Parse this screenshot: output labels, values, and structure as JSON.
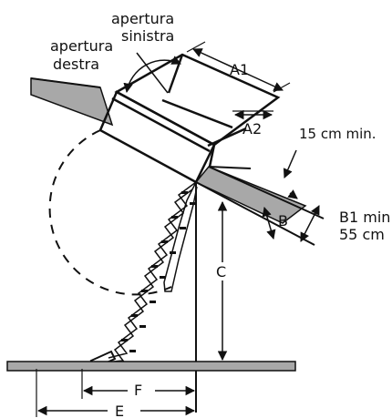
{
  "labels": {
    "apertura_sinistra_1": "apertura",
    "apertura_sinistra_2": "sinistra",
    "apertura_destra_1": "apertura",
    "apertura_destra_2": "destra",
    "a1": "A1",
    "a2": "A2",
    "min_15": "15 cm min.",
    "b": "B",
    "b1_1": "B1 min.",
    "b1_2": "55 cm",
    "c": "C",
    "f": "F",
    "e": "E"
  },
  "colors": {
    "line": "#111111",
    "roof_fill": "#a8a8a8",
    "floor_fill": "#a8a8a8"
  }
}
